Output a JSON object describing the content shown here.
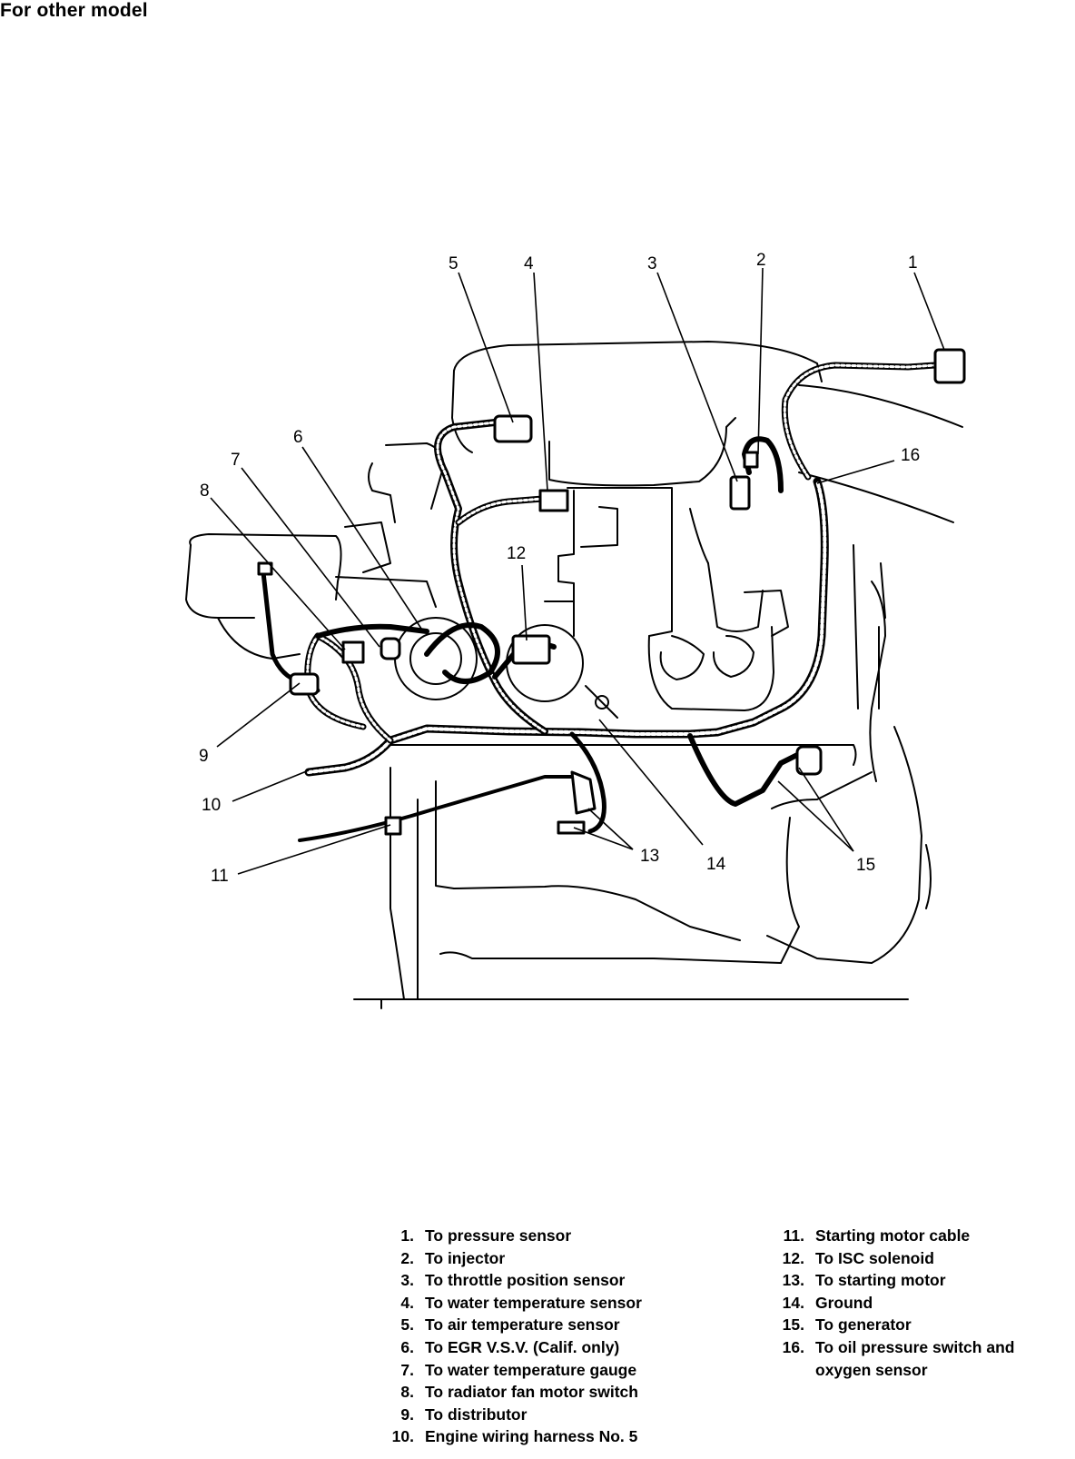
{
  "heading": "For other model",
  "callouts": [
    "1",
    "2",
    "3",
    "4",
    "5",
    "6",
    "7",
    "8",
    "9",
    "10",
    "11",
    "12",
    "13",
    "14",
    "15",
    "16"
  ],
  "legend_left": [
    {
      "num": "1.",
      "text": "To pressure sensor"
    },
    {
      "num": "2.",
      "text": "To injector"
    },
    {
      "num": "3.",
      "text": "To throttle position sensor"
    },
    {
      "num": "4.",
      "text": "To water temperature sensor"
    },
    {
      "num": "5.",
      "text": "To air temperature sensor"
    },
    {
      "num": "6.",
      "text": "To EGR V.S.V. (Calif. only)"
    },
    {
      "num": "7.",
      "text": "To water temperature gauge"
    },
    {
      "num": "8.",
      "text": "To radiator fan motor switch"
    },
    {
      "num": "9.",
      "text": "To distributor"
    },
    {
      "num": "10.",
      "text": "Engine wiring harness No. 5"
    }
  ],
  "legend_right": [
    {
      "num": "11.",
      "text": "Starting motor cable"
    },
    {
      "num": "12.",
      "text": "To ISC solenoid"
    },
    {
      "num": "13.",
      "text": "To starting motor"
    },
    {
      "num": "14.",
      "text": "Ground"
    },
    {
      "num": "15.",
      "text": "To generator"
    },
    {
      "num": "16.",
      "text": "To oil pressure switch and",
      "cont": "oxygen sensor"
    }
  ]
}
